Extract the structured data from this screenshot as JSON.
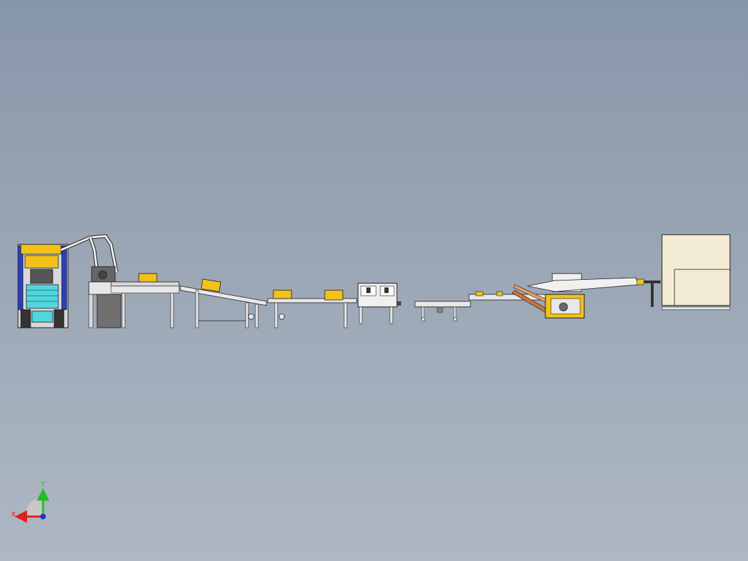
{
  "viewport": {
    "background_top": "#8896aa",
    "background_bottom": "#aeb8c4"
  },
  "triad": {
    "x_label": "X",
    "y_label": "Y",
    "x_color": "#e02020",
    "y_color": "#20c020",
    "z_color": "#2030e0"
  },
  "colors": {
    "box_yellow": "#f2c21a",
    "frame_gray": "#d8d8d8",
    "outline": "#1a1a1a",
    "robot_white": "#f0f0f0",
    "stacker_blue": "#2a3fc0",
    "stacker_cyan": "#4fd6e0",
    "cabinet_tan": "#f3ebd3"
  },
  "line": {
    "stations": [
      {
        "name": "palletizer-stacker"
      },
      {
        "name": "robot-arm"
      },
      {
        "name": "robot-pedestal"
      },
      {
        "name": "conveyor-1"
      },
      {
        "name": "incline-conveyor"
      },
      {
        "name": "conveyor-2"
      },
      {
        "name": "case-sealer"
      },
      {
        "name": "transfer-conveyor"
      },
      {
        "name": "case-erector"
      },
      {
        "name": "infeed-conveyor"
      },
      {
        "name": "control-cabinet"
      }
    ]
  }
}
